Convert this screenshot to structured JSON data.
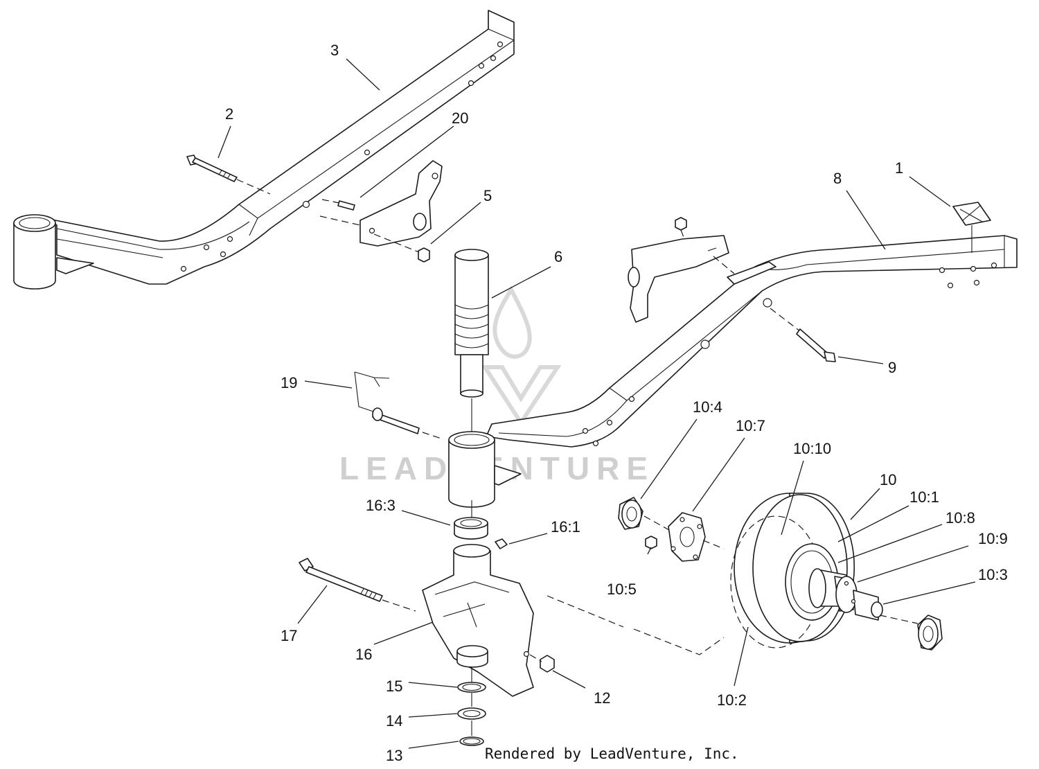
{
  "watermark": {
    "text": "LEADVENTURE",
    "color": "#cfcfcf"
  },
  "credit": "Rendered by LeadVenture, Inc.",
  "callouts": {
    "c1": "1",
    "c2": "2",
    "c3": "3",
    "c5": "5",
    "c6": "6",
    "c8": "8",
    "c9": "9",
    "c10": "10",
    "c10_1": "10:1",
    "c10_2": "10:2",
    "c10_3": "10:3",
    "c10_4": "10:4",
    "c10_5": "10:5",
    "c10_7": "10:7",
    "c10_8": "10:8",
    "c10_9": "10:9",
    "c10_10": "10:10",
    "c12": "12",
    "c13": "13",
    "c14": "14",
    "c15": "15",
    "c16": "16",
    "c16_1": "16:1",
    "c16_3": "16:3",
    "c17": "17",
    "c19": "19",
    "c20": "20"
  }
}
